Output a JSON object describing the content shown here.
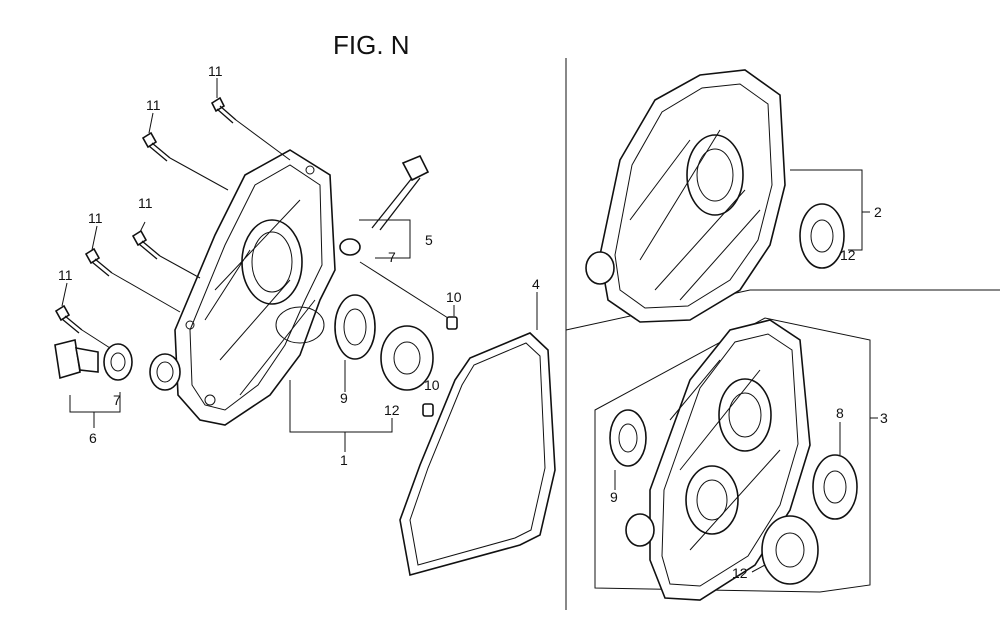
{
  "figure": {
    "title": "FIG. N"
  },
  "callouts": {
    "c1": "1",
    "c2": "2",
    "c3": "3",
    "c4": "4",
    "c5": "5",
    "c6": "6",
    "c7a": "7",
    "c7b": "7",
    "c8": "8",
    "c9a": "9",
    "c9b": "9",
    "c10a": "10",
    "c10b": "10",
    "c11a": "11",
    "c11b": "11",
    "c11c": "11",
    "c11d": "11",
    "c11e": "11",
    "c12a": "12",
    "c12b": "12",
    "c12c": "12"
  },
  "colors": {
    "ink": "#111111",
    "paper": "#ffffff"
  }
}
